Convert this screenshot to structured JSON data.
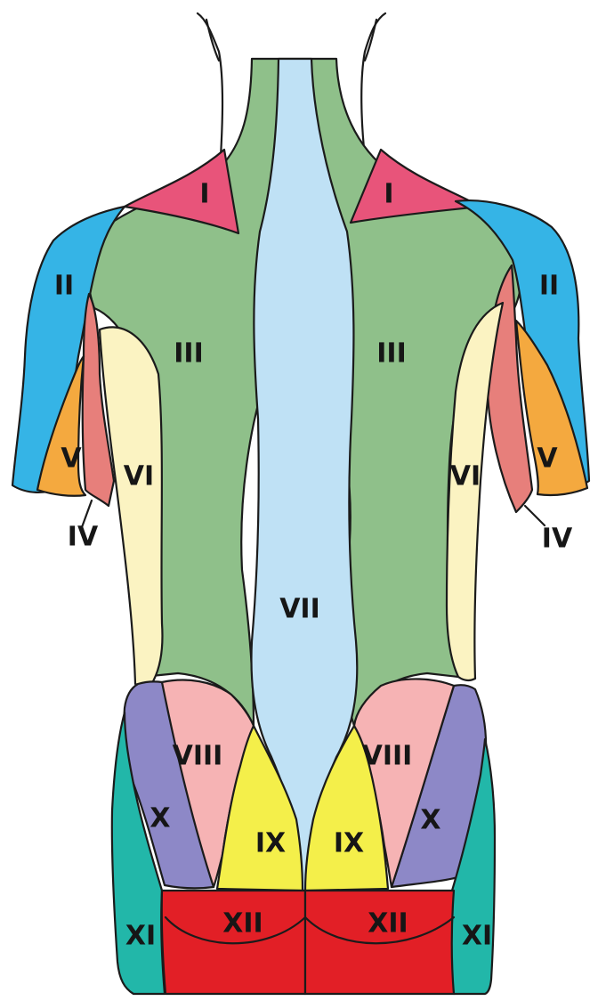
{
  "colors": {
    "I": "#e8547a",
    "II": "#35b4e6",
    "III": "#8fc08a",
    "IV": "#e77f7b",
    "V": "#f4a93f",
    "VI": "#fbf3c2",
    "VII": "#bfe1f5",
    "VIII": "#f6b3b4",
    "IX": "#f4ef4a",
    "X": "#8d88c7",
    "XI": "#22b7a9",
    "XII": "#e21f26"
  },
  "labels": {
    "I_left": "I",
    "I_right": "I",
    "II_left": "II",
    "II_right": "II",
    "III_left": "III",
    "III_right": "III",
    "IV_left": "IV",
    "IV_right": "IV",
    "V_left": "V",
    "V_right": "V",
    "VI_left": "VI",
    "VI_right": "VI",
    "VII": "VII",
    "VIII_left": "VIII",
    "VIII_right": "VIII",
    "IX_left": "IX",
    "IX_right": "IX",
    "X_left": "X",
    "X_right": "X",
    "XI_left": "XI",
    "XI_right": "XI",
    "XII_left": "XII",
    "XII_right": "XII"
  }
}
